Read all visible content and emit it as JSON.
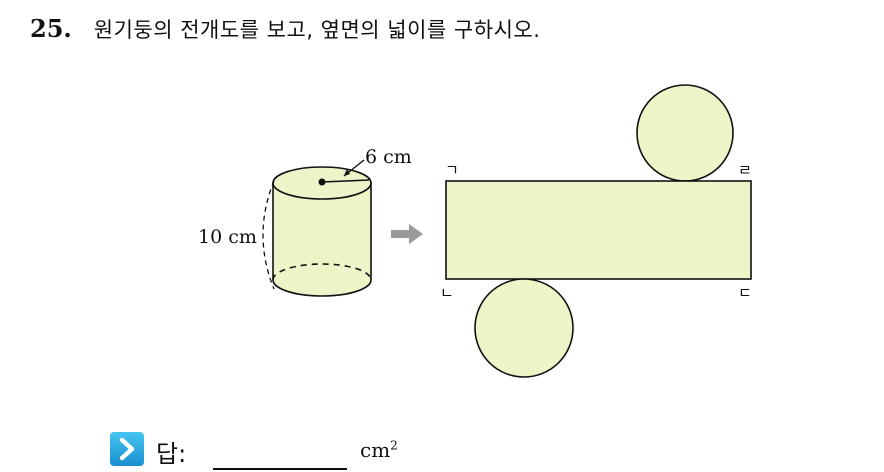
{
  "question": {
    "number": "25.",
    "text": "원기둥의 전개도를 보고, 옆면의 넓이를 구하시오."
  },
  "figure": {
    "radius_label": "6 cm",
    "height_label": "10 cm",
    "vertices": [
      "ㄱ",
      "ㄴ",
      "ㄷ",
      "ㄹ"
    ],
    "fill_color": "#eef3c8",
    "arrow_color": "#9a9a9a"
  },
  "answer": {
    "label": "답:",
    "unit": "cm",
    "unit_exponent": "2",
    "icon": "chevron-right-icon",
    "icon_color": "#2aa7e0"
  }
}
